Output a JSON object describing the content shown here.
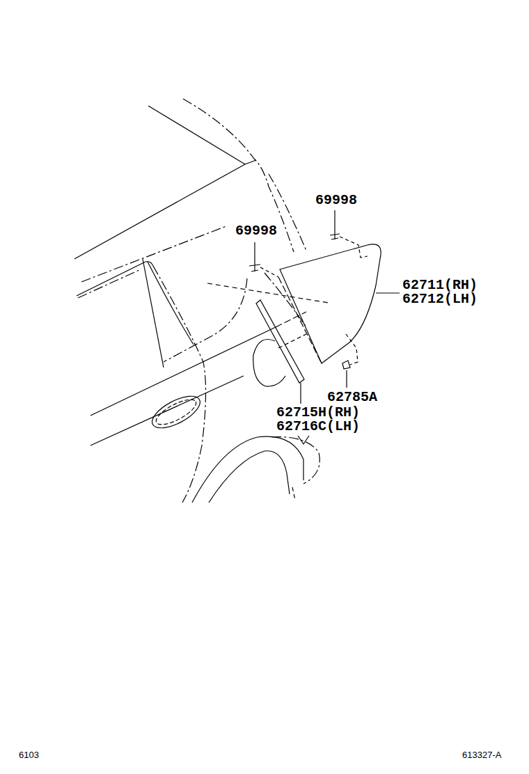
{
  "diagram": {
    "labels": [
      "69998",
      "69998",
      "62711(RH)",
      "62712(LH)",
      "62785A",
      "62715H(RH)",
      "62716C(LH)",
      "6103",
      "613327-A"
    ]
  }
}
